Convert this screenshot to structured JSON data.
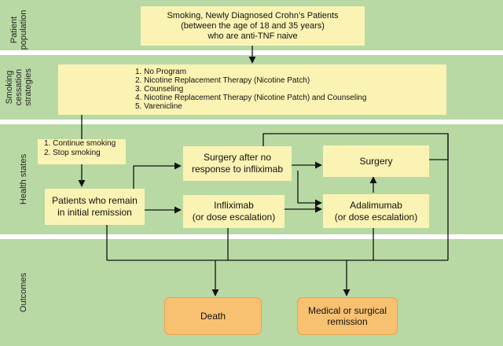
{
  "rows": {
    "population": [
      "Patient",
      "population"
    ],
    "strategies": [
      "Smoking",
      "cessation",
      "strategies"
    ],
    "health_states": "Health states",
    "outcomes": "Outcomes"
  },
  "population_box": [
    "Smoking, Newly Diagnosed Crohn’s Patients",
    "(between the age of 18 and 35 years)",
    "who are anti-TNF naive"
  ],
  "strategies_box": [
    "1. No Program",
    "2. Nicotine Replacement Therapy (Nicotine Patch)",
    "3. Counseling",
    "4. Nicotine Replacement Therapy (Nicotine Patch) and Counseling",
    "5. Varenicline"
  ],
  "smoking_box": [
    "1. Continue smoking",
    "2. Stop smoking"
  ],
  "remission_box": [
    "Patients who remain",
    "in initial remission"
  ],
  "surgery_after_box": [
    "Surgery after no",
    "response to infliximab"
  ],
  "surgery_box": "Surgery",
  "infliximab_box": [
    "Infliximab",
    "(or dose escalation)"
  ],
  "adalimumab_box": [
    "Adalimumab",
    "(or dose escalation)"
  ],
  "death_box": "Death",
  "remission_out_box": [
    "Medical or surgical",
    "remission"
  ]
}
